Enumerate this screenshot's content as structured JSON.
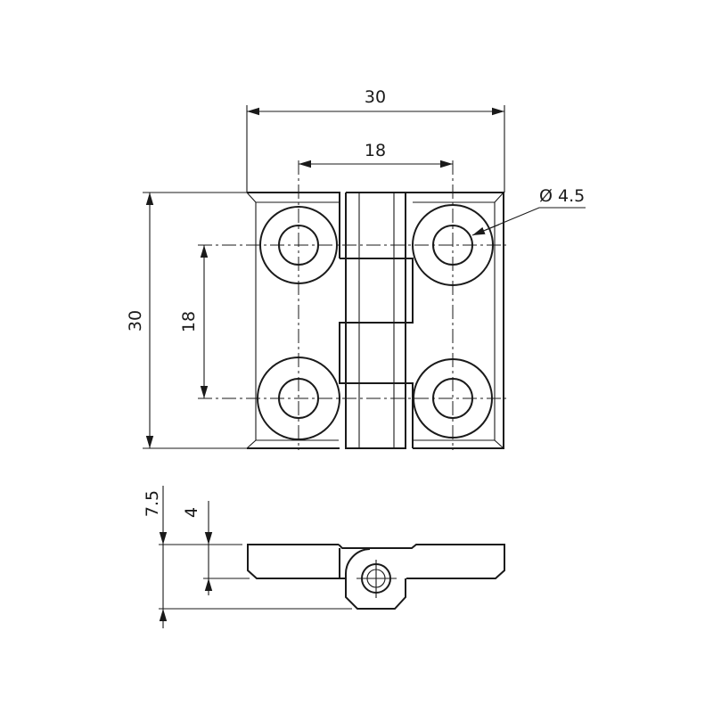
{
  "drawing": {
    "title": "Hinge technical drawing",
    "dimensions": {
      "overall_width": "30",
      "hole_spacing_horizontal": "18",
      "hole_diameter": "Ø 4.5",
      "overall_height": "30",
      "hole_spacing_vertical": "18",
      "total_thickness": "7.5",
      "leaf_thickness": "4"
    },
    "color": "#1a1a1a"
  }
}
